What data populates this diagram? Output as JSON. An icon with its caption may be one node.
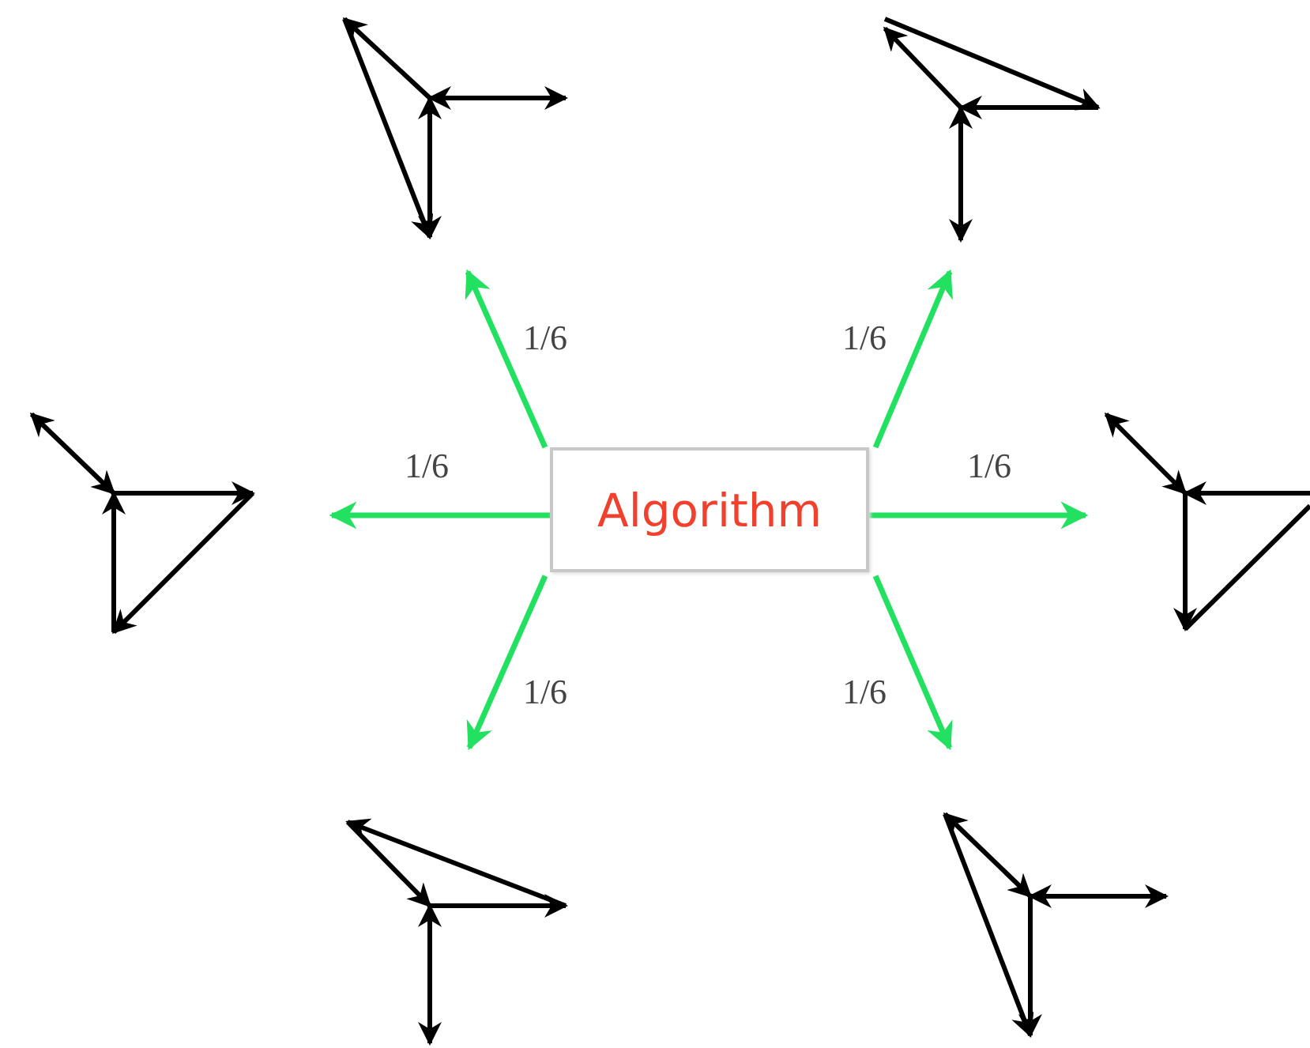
{
  "diagram": {
    "nodes": [
      {
        "text": [
          "Algorithm"
        ]
      },
      {
        "text": [],
        "shape": "picture"
      },
      {
        "text": [],
        "shape": "picture"
      },
      {
        "text": [],
        "shape": "picture"
      },
      {
        "text": [],
        "shape": "picture"
      },
      {
        "text": [],
        "shape": "picture"
      },
      {
        "text": [],
        "shape": "picture"
      }
    ],
    "edges": [
      {
        "from": 0,
        "to": 1,
        "arrow": "to",
        "label": "1/6"
      },
      {
        "from": 0,
        "to": 2,
        "arrow": "to",
        "label": "1/6"
      },
      {
        "from": 0,
        "to": 3,
        "arrow": "to",
        "label": "1/6"
      },
      {
        "from": 0,
        "to": 4,
        "arrow": "to",
        "label": "1/6"
      },
      {
        "from": 0,
        "to": 5,
        "arrow": "to",
        "label": "1/6"
      },
      {
        "from": 0,
        "to": 6,
        "arrow": "to",
        "label": "1/6"
      }
    ]
  }
}
